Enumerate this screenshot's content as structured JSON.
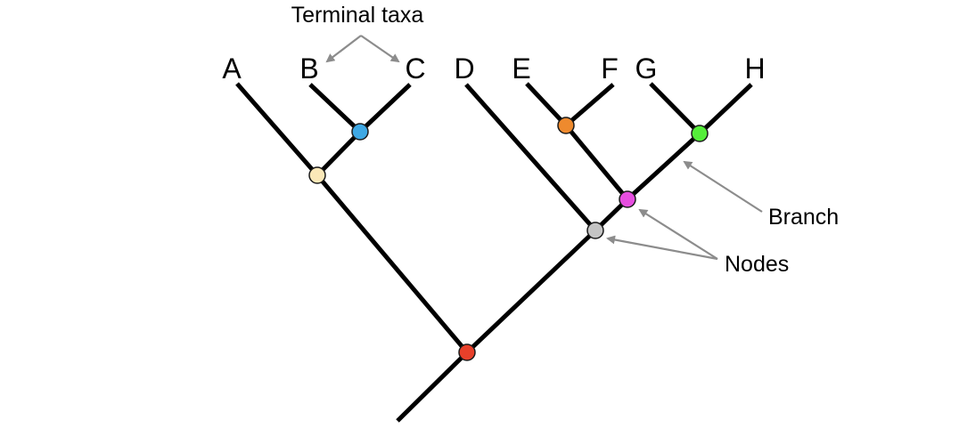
{
  "taxa": [
    "A",
    "B",
    "C",
    "D",
    "E",
    "F",
    "G",
    "H"
  ],
  "callouts": {
    "terminal_taxa": "Terminal taxa",
    "branch": "Branch",
    "nodes": "Nodes"
  },
  "node_colors": {
    "root": "#e8402a",
    "a_bc": "#fbe8b8",
    "bc": "#3ea8e4",
    "d_efgh": "#c4c4c4",
    "ef_gh": "#e64ee0",
    "ef": "#ee8a2e",
    "gh": "#55ee3a"
  },
  "pointer_color": "#8c8c8c",
  "branch_color": "#000000"
}
